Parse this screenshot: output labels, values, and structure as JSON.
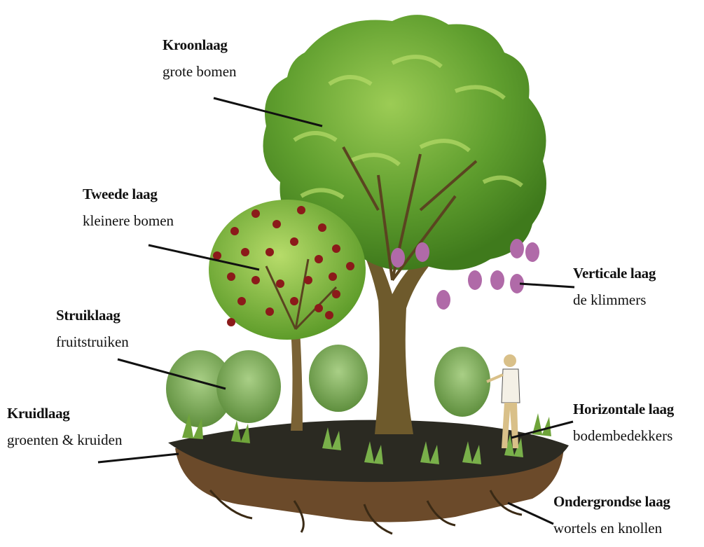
{
  "layers": [
    {
      "id": "kroonlaag",
      "title": "Kroonlaag",
      "subtitle": "grote bomen"
    },
    {
      "id": "tweede",
      "title": "Tweede laag",
      "subtitle": "kleinere bomen"
    },
    {
      "id": "struik",
      "title": "Struiklaag",
      "subtitle": "fruitstruiken"
    },
    {
      "id": "kruid",
      "title": "Kruidlaag",
      "subtitle": "groenten & kruiden"
    },
    {
      "id": "verticaal",
      "title": "Verticale laag",
      "subtitle": "de klimmers"
    },
    {
      "id": "horizontaal",
      "title": "Horizontale laag",
      "subtitle": "bodembedekkers"
    },
    {
      "id": "ondergronds",
      "title": "Ondergrondse laag",
      "subtitle": "wortels en knollen"
    }
  ],
  "colors": {
    "canopy": "#5f9e2e",
    "canopy_light": "#8fc44a",
    "canopy_dark": "#3f7a1c",
    "trunk": "#6e5a2c",
    "fruit": "#8b1a1a",
    "grape": "#b06aa8",
    "soil": "#2b2a22",
    "earth": "#6b4a2a",
    "shrub": "#7fa95a",
    "line": "#111111"
  }
}
